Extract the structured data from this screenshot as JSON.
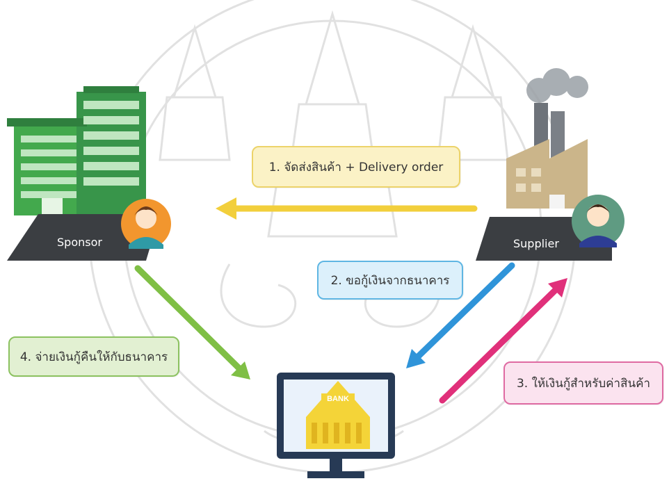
{
  "steps": {
    "step1": "1. จัดส่งสินค้า + Delivery order",
    "step2": "2. ขอกู้เงินจากธนาคาร",
    "step3": "3. ให้เงินกู้สำหรับค่าสินค้า",
    "step4": "4. จ่ายเงินกู้คืนให้กับธนาคาร"
  },
  "actors": {
    "sponsor": "Sponsor",
    "supplier": "Supplier",
    "bank_sign": "BANK"
  },
  "colors": {
    "step1_arrow": "#f2cf3c",
    "step2_arrow": "#2f94d9",
    "step3_arrow": "#e0307a",
    "step4_arrow": "#7fbf45",
    "building_green": "#43a94d",
    "factory_tan": "#cbb58a",
    "bank_yellow": "#f4d438",
    "sponsor_avatar_bg": "#f2962e",
    "supplier_avatar_bg": "#5f9b82",
    "platform_dark": "#3b3e42"
  }
}
